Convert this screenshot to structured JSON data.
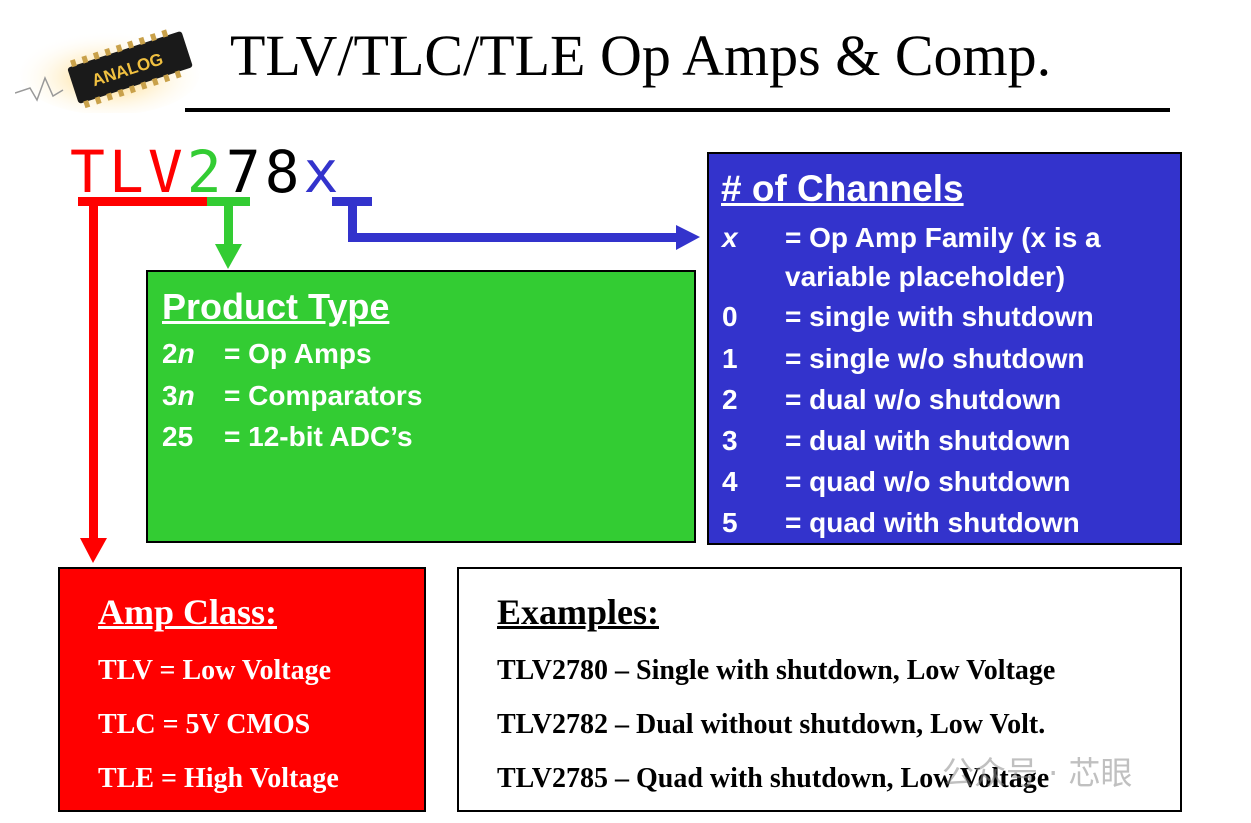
{
  "title": "TLV/TLC/TLE Op Amps & Comp.",
  "logo": {
    "text": "ANALOG",
    "icon": "analog-chip-logo-icon"
  },
  "part_number": {
    "prefix": "TLV",
    "type": "2",
    "fixed": "78",
    "variable": "x"
  },
  "colors": {
    "red": "#ff0000",
    "green": "#33cc33",
    "blue": "#3333cc",
    "arrow_blue": "#3333cc"
  },
  "product_type": {
    "heading": "Product Type",
    "rows": [
      {
        "num": "2",
        "var": "n",
        "desc": "= Op Amps"
      },
      {
        "num": "3",
        "var": "n",
        "desc": "= Comparators"
      },
      {
        "num": "25",
        "var": "",
        "desc": "= 12-bit ADC’s"
      }
    ]
  },
  "channels": {
    "heading": "# of Channels",
    "rows": [
      {
        "key": "x",
        "desc": "= Op Amp Family (x is a",
        "cont": "variable placeholder)"
      },
      {
        "key": "0",
        "desc": "= single with shutdown"
      },
      {
        "key": "1",
        "desc": "= single w/o shutdown"
      },
      {
        "key": "2",
        "desc": "= dual w/o shutdown"
      },
      {
        "key": "3",
        "desc": "= dual with shutdown"
      },
      {
        "key": "4",
        "desc": "= quad w/o shutdown"
      },
      {
        "key": "5",
        "desc": "= quad with shutdown"
      }
    ]
  },
  "amp_class": {
    "heading": "Amp Class:",
    "rows": [
      "TLV = Low Voltage",
      "TLC = 5V CMOS",
      "TLE = High Voltage"
    ]
  },
  "examples": {
    "heading": "Examples:",
    "rows": [
      "TLV2780 – Single with shutdown, Low Voltage",
      "TLV2782 – Dual without shutdown, Low Volt.",
      "TLV2785 – Quad with shutdown, Low Voltage"
    ]
  },
  "watermark": "公众号 · 芯眼"
}
